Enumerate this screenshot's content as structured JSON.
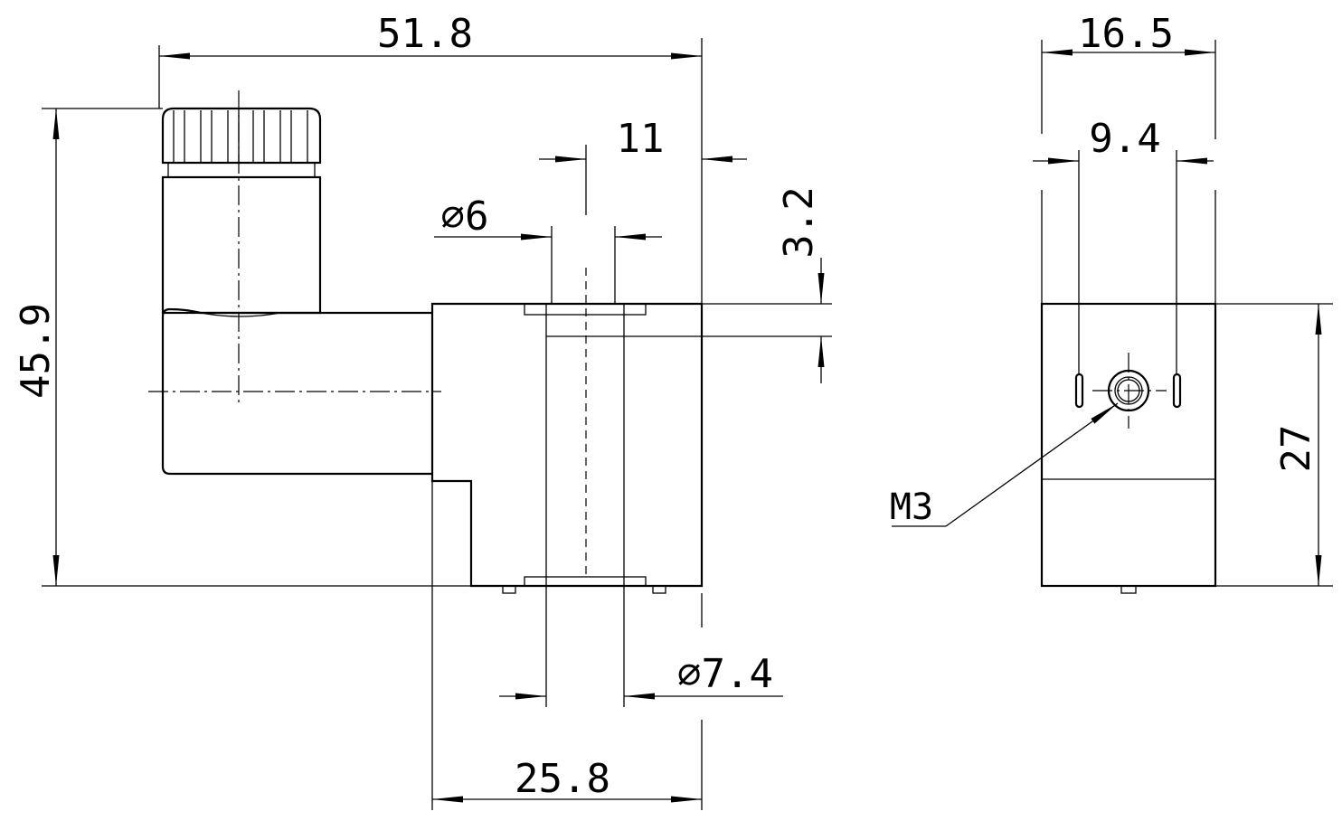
{
  "dimensions": {
    "overall_width": "51.8",
    "overall_height": "45.9",
    "pin_offset": "11",
    "pin_diameter": "⌀6",
    "top_offset": "3.2",
    "bore_diameter": "⌀7.4",
    "body_width": "25.8",
    "side_width": "16.5",
    "pin_spacing": "9.4",
    "side_height": "27",
    "thread": "M3"
  }
}
